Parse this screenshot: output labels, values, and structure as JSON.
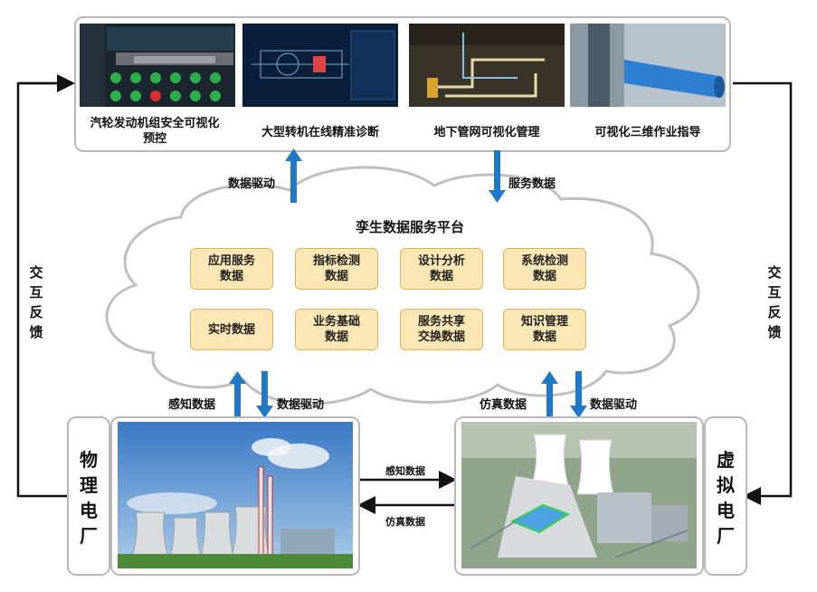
{
  "applications": [
    {
      "label": "汽轮发动机组安全可视化预控"
    },
    {
      "label": "大型转机在线精准诊断"
    },
    {
      "label": "地下管网可视化管理"
    },
    {
      "label": "可视化三维作业指导"
    }
  ],
  "platform": {
    "title": "孪生数据服务平台",
    "modules": [
      "应用服务\n数据",
      "指标检测\n数据",
      "设计分析\n数据",
      "系统检测\n数据",
      "实时数据",
      "业务基础\n数据",
      "服务共享\n交换数据",
      "知识管理\n数据"
    ]
  },
  "flows": {
    "data_driven_up": "数据驱动",
    "service_data": "服务数据",
    "sensing_data": "感知数据",
    "data_driven_left": "数据驱动",
    "simulation_data": "仿真数据",
    "data_driven_right": "数据驱动",
    "sensing_data_h": "感知数据",
    "simulation_data_h": "仿真数据"
  },
  "feedback": {
    "left": "交\n互\n反\n馈",
    "right": "交\n互\n反\n馈"
  },
  "plants": {
    "physical": "物\n理\n电\n厂",
    "virtual": "虚\n拟\n电\n厂"
  },
  "colors": {
    "accent_arrow": "#1f78c8",
    "pill_fill": "#fde8b5",
    "pill_border": "#d9b35a"
  }
}
